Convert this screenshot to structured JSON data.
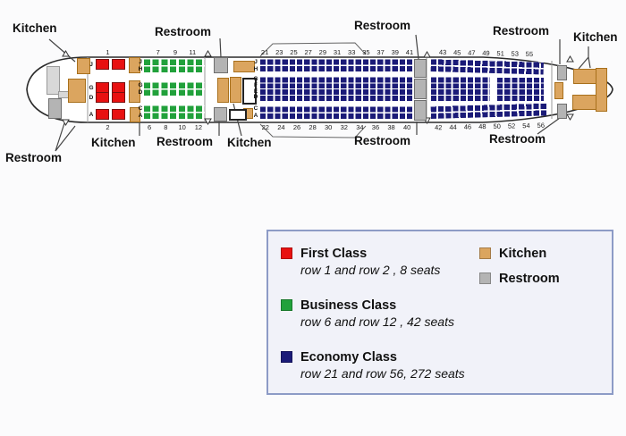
{
  "colors": {
    "first": "#e81111",
    "business": "#21a13b",
    "economy": "#1b1b78",
    "kitchen": "#dba55f",
    "restroom": "#b4b4b4"
  },
  "callouts": {
    "kitchen_top_left": "Kitchen",
    "restroom_top_business": "Restroom",
    "restroom_top_center": "Restroom",
    "restroom_top_right": "Restroom",
    "kitchen_top_right": "Kitchen",
    "restroom_bottom_left": "Restroom",
    "kitchen_bottom_first": "Kitchen",
    "restroom_bottom_business": "Restroom",
    "kitchen_bottom_center": "Kitchen",
    "restroom_bottom_center": "Restroom",
    "restroom_bottom_right": "Restroom"
  },
  "rows": {
    "first_top": [
      "1"
    ],
    "first_bottom": [
      "2"
    ],
    "business_top": [
      "7",
      "9",
      "11"
    ],
    "business_bottom": [
      "6",
      "8",
      "10",
      "12"
    ],
    "economy_front_top": [
      "21",
      "23",
      "25",
      "27",
      "29",
      "31",
      "33",
      "35",
      "37",
      "39",
      "41"
    ],
    "economy_front_bottom": [
      "22",
      "24",
      "26",
      "28",
      "30",
      "32",
      "34",
      "36",
      "38",
      "40"
    ],
    "economy_rear_top": [
      "43",
      "45",
      "47",
      "49",
      "51",
      "53",
      "55"
    ],
    "economy_rear_bottom": [
      "42",
      "44",
      "46",
      "48",
      "50",
      "52",
      "54",
      "56"
    ]
  },
  "seat_letters": {
    "first_top": [
      "J"
    ],
    "first_mid": [
      "G",
      "D"
    ],
    "first_bottom": [
      "A"
    ],
    "business_top": [
      "J",
      "H"
    ],
    "business_mid": [
      "G",
      "D"
    ],
    "business_bottom": [
      "C",
      "A"
    ],
    "economy_top": [
      "J",
      "H"
    ],
    "economy_mid": [
      "G",
      "F",
      "E",
      "D"
    ],
    "economy_bottom": [
      "C",
      "A"
    ]
  },
  "legend": {
    "items": [
      {
        "name": "first",
        "color": "#e81111",
        "title": "First Class",
        "detail": "row 1 and  row 2 , 8 seats"
      },
      {
        "name": "business",
        "color": "#21a13b",
        "title": "Business Class",
        "detail": "row 6 and  row 12 , 42 seats"
      },
      {
        "name": "economy",
        "color": "#1b1b78",
        "title": "Economy Class",
        "detail": "row 21 and row 56, 272 seats"
      }
    ],
    "facilities": [
      {
        "name": "kitchen",
        "color": "#dba55f",
        "title": "Kitchen"
      },
      {
        "name": "restroom",
        "color": "#b4b4b4",
        "title": "Restroom"
      }
    ]
  }
}
